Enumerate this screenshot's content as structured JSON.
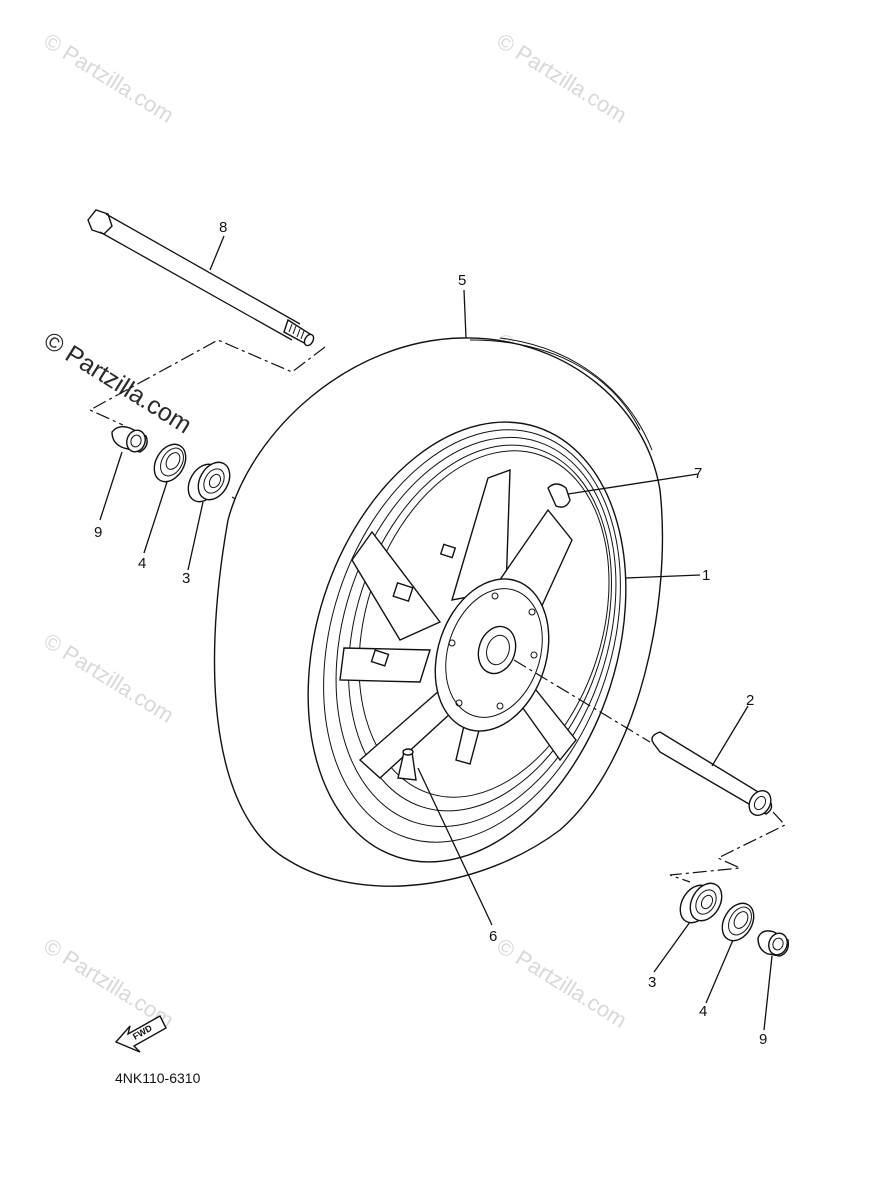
{
  "watermark": {
    "text": "© Partzilla.com"
  },
  "callouts": [
    {
      "id": "1",
      "label": "1"
    },
    {
      "id": "2",
      "label": "2"
    },
    {
      "id": "3a",
      "label": "3"
    },
    {
      "id": "3b",
      "label": "3"
    },
    {
      "id": "4a",
      "label": "4"
    },
    {
      "id": "4b",
      "label": "4"
    },
    {
      "id": "5",
      "label": "5"
    },
    {
      "id": "6",
      "label": "6"
    },
    {
      "id": "7",
      "label": "7"
    },
    {
      "id": "8",
      "label": "8"
    },
    {
      "id": "9a",
      "label": "9"
    },
    {
      "id": "9b",
      "label": "9"
    }
  ],
  "fwd_label": "FWD",
  "part_number": "4NK110-6310"
}
